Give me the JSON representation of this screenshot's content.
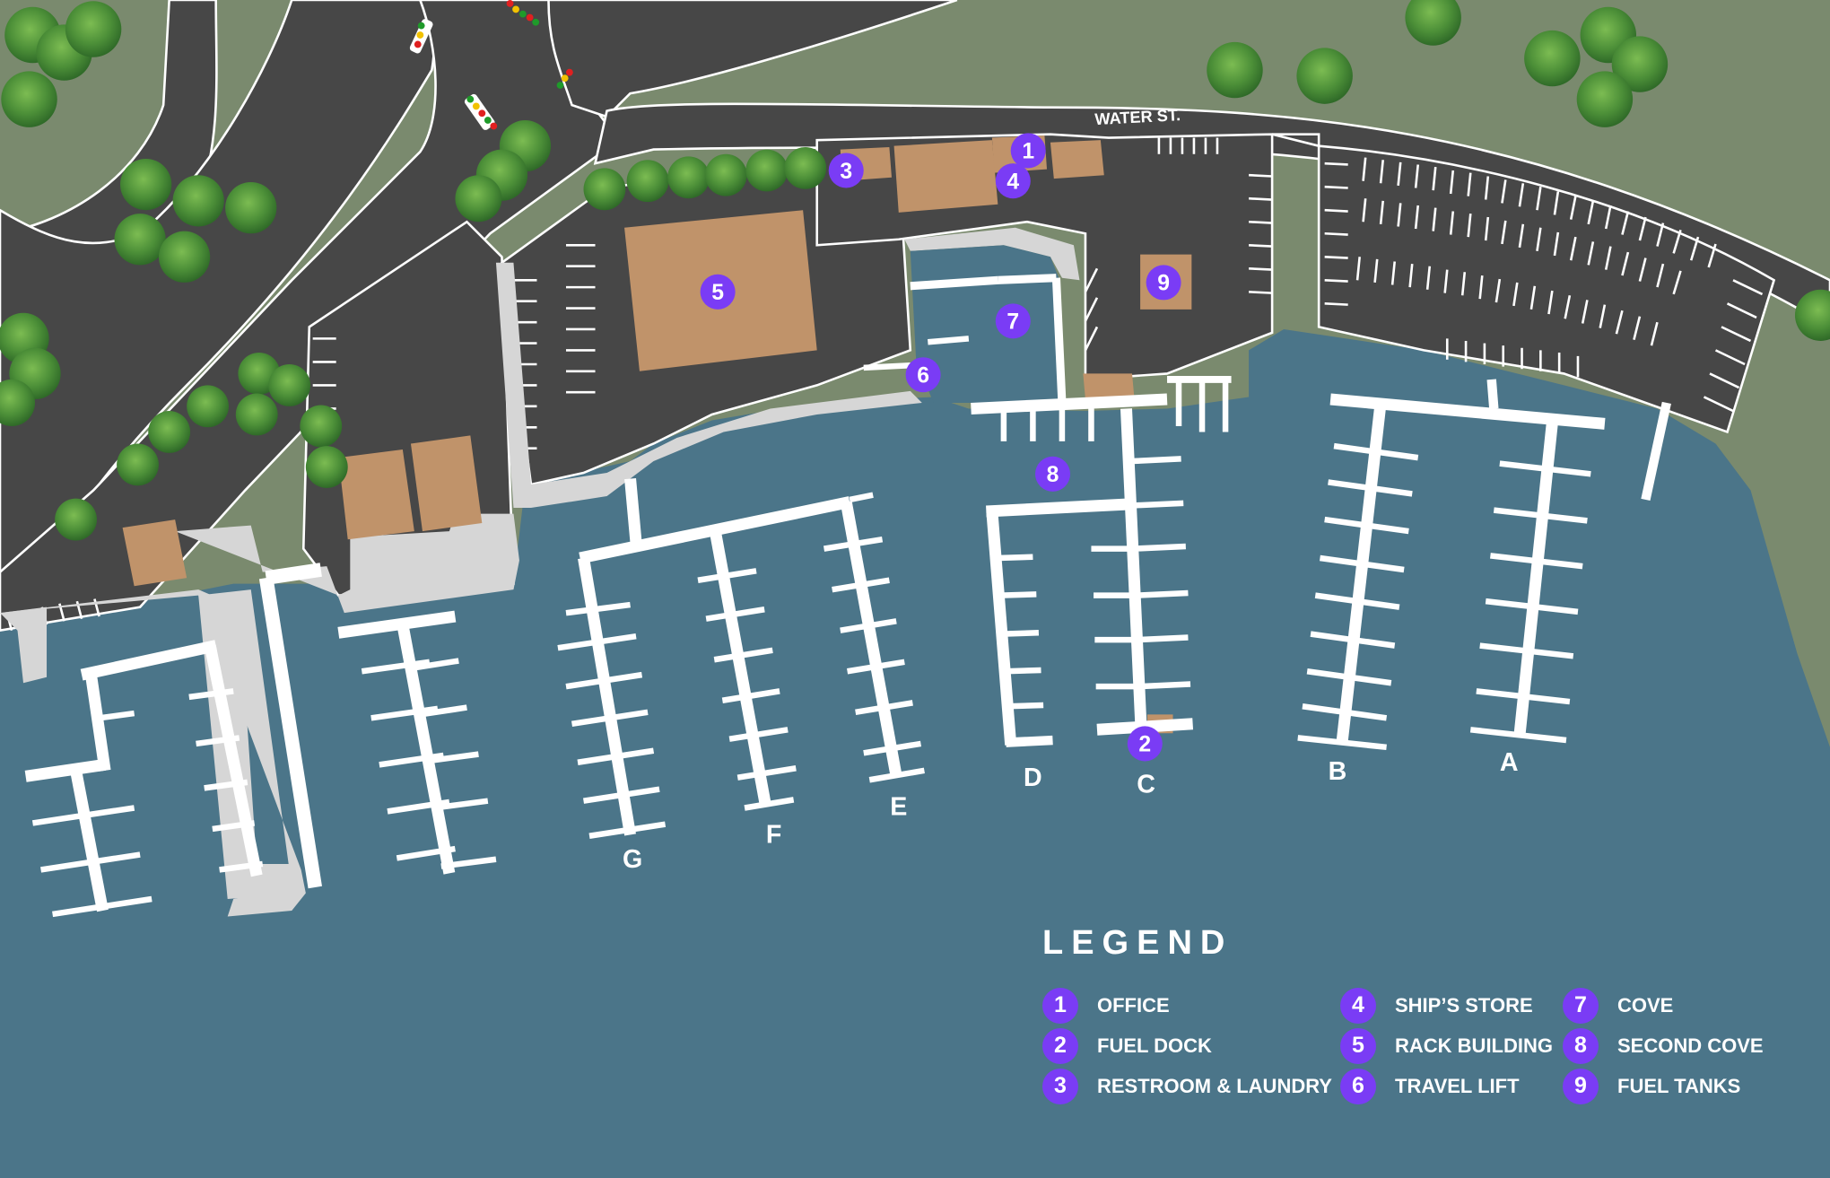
{
  "map": {
    "street_label": "WATER ST.",
    "colors": {
      "water": "#4b7589",
      "grass": "#7a8a6e",
      "road": "#474747",
      "building": "#c0936a",
      "walkway": "#d6d6d6",
      "dock": "#ffffff",
      "badge": "#7a3cf5",
      "tree_dark": "#3f7d32",
      "tree_light": "#6fb04a"
    },
    "markers": [
      {
        "num": "1",
        "name": "office-marker"
      },
      {
        "num": "2",
        "name": "fuel-dock-marker"
      },
      {
        "num": "3",
        "name": "restroom-laundry-marker"
      },
      {
        "num": "4",
        "name": "ships-store-marker"
      },
      {
        "num": "5",
        "name": "rack-building-marker"
      },
      {
        "num": "6",
        "name": "travel-lift-marker"
      },
      {
        "num": "7",
        "name": "cove-marker"
      },
      {
        "num": "8",
        "name": "second-cove-marker"
      },
      {
        "num": "9",
        "name": "fuel-tanks-marker"
      }
    ],
    "docks": [
      "G",
      "F",
      "E",
      "D",
      "C",
      "B",
      "A"
    ]
  },
  "legend": {
    "title": "LEGEND",
    "items": [
      {
        "num": "1",
        "label": "OFFICE"
      },
      {
        "num": "4",
        "label": "SHIP’S STORE"
      },
      {
        "num": "7",
        "label": "COVE"
      },
      {
        "num": "2",
        "label": "FUEL DOCK"
      },
      {
        "num": "5",
        "label": "RACK BUILDING"
      },
      {
        "num": "8",
        "label": "SECOND COVE"
      },
      {
        "num": "3",
        "label": "RESTROOM & LAUNDRY"
      },
      {
        "num": "6",
        "label": "TRAVEL LIFT"
      },
      {
        "num": "9",
        "label": "FUEL TANKS"
      }
    ]
  }
}
